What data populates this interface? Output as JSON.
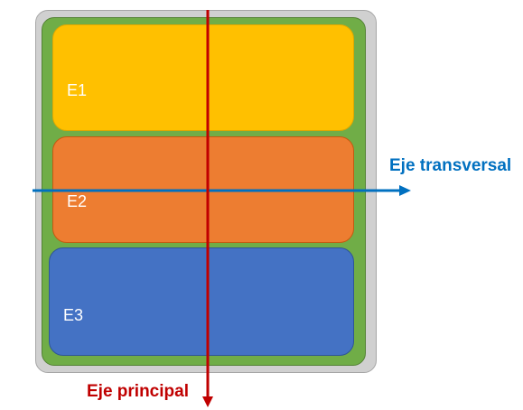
{
  "stages": [
    {
      "label": "E1",
      "color": "#ffc000"
    },
    {
      "label": "E2",
      "color": "#ed7d31"
    },
    {
      "label": "E3",
      "color": "#4472c4"
    }
  ],
  "frames": {
    "outer_color": "#d0d0d0",
    "inner_color": "#70ad47"
  },
  "axes": {
    "transversal": {
      "label": "Eje transversal",
      "color": "#0070c0"
    },
    "principal": {
      "label": "Eje principal",
      "color": "#c00000"
    }
  }
}
